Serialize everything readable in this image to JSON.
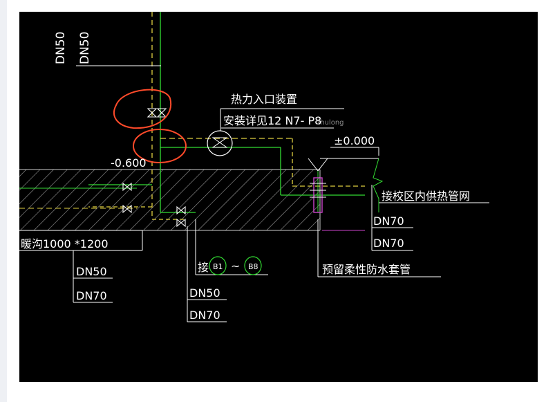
{
  "drawing": {
    "pipe_labels": {
      "top_vert_1": "DN50",
      "top_vert_2": "DN50",
      "left_dn50": "DN50",
      "left_dn70": "DN70",
      "mid_dn50": "DN50",
      "mid_dn70": "DN70",
      "right_dn70_1": "DN70",
      "right_dn70_2": "DN70"
    },
    "heat_entry": {
      "title": "热力入口装置",
      "detail": "安装详见12 N7- P8",
      "watermark": "zhulong"
    },
    "elevations": {
      "ground": "±0.000",
      "trench": "-0.600"
    },
    "trench_label": "暖沟1000 *1200",
    "connect": {
      "prefix": "接",
      "from": "B1",
      "sep": "~",
      "to": "B8"
    },
    "campus_network": "接校区内供热管网",
    "sleeve_note": "预留柔性防水套管"
  },
  "colors": {
    "pipe": "#33dd33",
    "dashed": "#e0d040",
    "hatch": "#bbbbbb",
    "markup": "#ff4a2a",
    "sleeve": "#cc44cc",
    "text": "#ffffff"
  }
}
